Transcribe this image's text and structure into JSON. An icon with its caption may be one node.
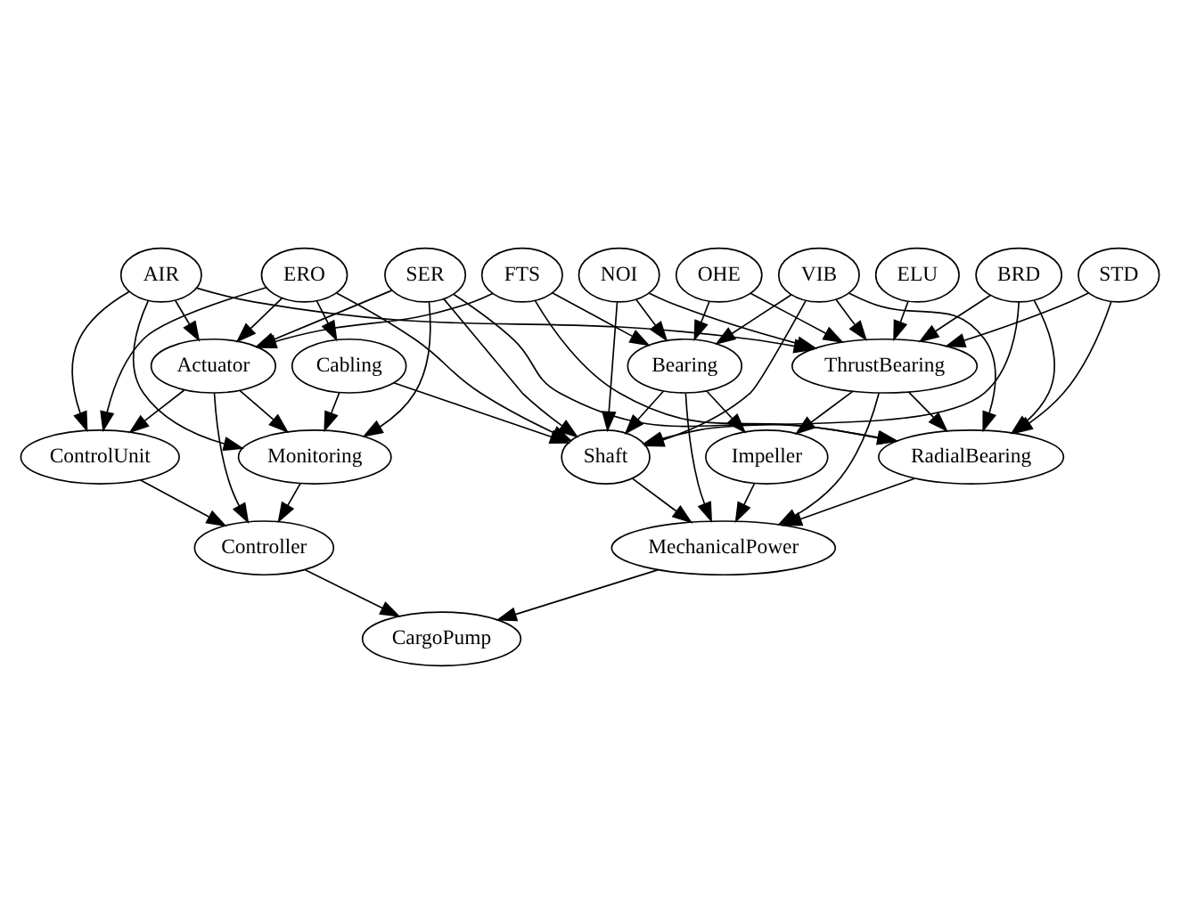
{
  "diagram": {
    "nodes": [
      {
        "text": [
          "AIR"
        ]
      },
      {
        "text": [
          "BRD"
        ]
      },
      {
        "text": [
          "VIB"
        ]
      },
      {
        "text": [
          "NOI"
        ]
      },
      {
        "text": [
          "FTS"
        ]
      },
      {
        "text": [
          "ELU"
        ]
      },
      {
        "text": [
          "ERO"
        ]
      },
      {
        "text": [
          "SER"
        ]
      },
      {
        "text": [
          "OHE"
        ]
      },
      {
        "text": [
          "STD"
        ]
      },
      {
        "text": [
          "ThrustBearing"
        ]
      },
      {
        "text": [
          "Cabling"
        ]
      },
      {
        "text": [
          "Actuator"
        ]
      },
      {
        "text": [
          "Bearing"
        ]
      },
      {
        "text": [
          "RadialBearing"
        ]
      },
      {
        "text": [
          "ControlUnit"
        ]
      },
      {
        "text": [
          "Monitoring"
        ]
      },
      {
        "text": [
          "Shaft"
        ]
      },
      {
        "text": [
          "Impeller"
        ]
      },
      {
        "text": [
          "Controller"
        ]
      },
      {
        "text": [
          "MechanicalPower"
        ]
      },
      {
        "text": [
          "CargoPump"
        ]
      }
    ],
    "edges": [
      {
        "from": 0,
        "to": 15,
        "arrow": "to"
      },
      {
        "from": 0,
        "to": 12,
        "arrow": "to"
      },
      {
        "from": 0,
        "to": 16,
        "arrow": "to"
      },
      {
        "from": 0,
        "to": 10,
        "arrow": "to"
      },
      {
        "from": 1,
        "to": 10,
        "arrow": "to"
      },
      {
        "from": 1,
        "to": 17,
        "arrow": "to"
      },
      {
        "from": 1,
        "to": 14,
        "arrow": "to"
      },
      {
        "from": 2,
        "to": 10,
        "arrow": "to"
      },
      {
        "from": 2,
        "to": 14,
        "arrow": "to"
      },
      {
        "from": 2,
        "to": 17,
        "arrow": "to"
      },
      {
        "from": 2,
        "to": 13,
        "arrow": "to"
      },
      {
        "from": 3,
        "to": 10,
        "arrow": "to"
      },
      {
        "from": 3,
        "to": 17,
        "arrow": "to"
      },
      {
        "from": 3,
        "to": 13,
        "arrow": "to"
      },
      {
        "from": 4,
        "to": 13,
        "arrow": "to"
      },
      {
        "from": 4,
        "to": 12,
        "arrow": "to"
      },
      {
        "from": 4,
        "to": 14,
        "arrow": "to"
      },
      {
        "from": 5,
        "to": 10,
        "arrow": "to"
      },
      {
        "from": 6,
        "to": 15,
        "arrow": "to"
      },
      {
        "from": 6,
        "to": 12,
        "arrow": "to"
      },
      {
        "from": 6,
        "to": 11,
        "arrow": "to"
      },
      {
        "from": 6,
        "to": 17,
        "arrow": "to"
      },
      {
        "from": 7,
        "to": 12,
        "arrow": "to"
      },
      {
        "from": 7,
        "to": 16,
        "arrow": "to"
      },
      {
        "from": 7,
        "to": 17,
        "arrow": "to"
      },
      {
        "from": 7,
        "to": 14,
        "arrow": "to"
      },
      {
        "from": 8,
        "to": 10,
        "arrow": "to"
      },
      {
        "from": 8,
        "to": 13,
        "arrow": "to"
      },
      {
        "from": 9,
        "to": 10,
        "arrow": "to"
      },
      {
        "from": 9,
        "to": 14,
        "arrow": "to"
      },
      {
        "from": 10,
        "to": 18,
        "arrow": "to"
      },
      {
        "from": 10,
        "to": 14,
        "arrow": "to"
      },
      {
        "from": 10,
        "to": 20,
        "arrow": "to"
      },
      {
        "from": 12,
        "to": 15,
        "arrow": "to"
      },
      {
        "from": 12,
        "to": 16,
        "arrow": "to"
      },
      {
        "from": 12,
        "to": 19,
        "arrow": "to"
      },
      {
        "from": 11,
        "to": 16,
        "arrow": "to"
      },
      {
        "from": 11,
        "to": 17,
        "arrow": "to"
      },
      {
        "from": 13,
        "to": 17,
        "arrow": "to"
      },
      {
        "from": 13,
        "to": 18,
        "arrow": "to"
      },
      {
        "from": 13,
        "to": 20,
        "arrow": "to"
      },
      {
        "from": 14,
        "to": 20,
        "arrow": "to"
      },
      {
        "from": 15,
        "to": 19,
        "arrow": "to"
      },
      {
        "from": 16,
        "to": 19,
        "arrow": "to"
      },
      {
        "from": 17,
        "to": 20,
        "arrow": "to"
      },
      {
        "from": 18,
        "to": 20,
        "arrow": "to"
      },
      {
        "from": 19,
        "to": 21,
        "arrow": "to"
      },
      {
        "from": 20,
        "to": 21,
        "arrow": "to"
      }
    ]
  }
}
